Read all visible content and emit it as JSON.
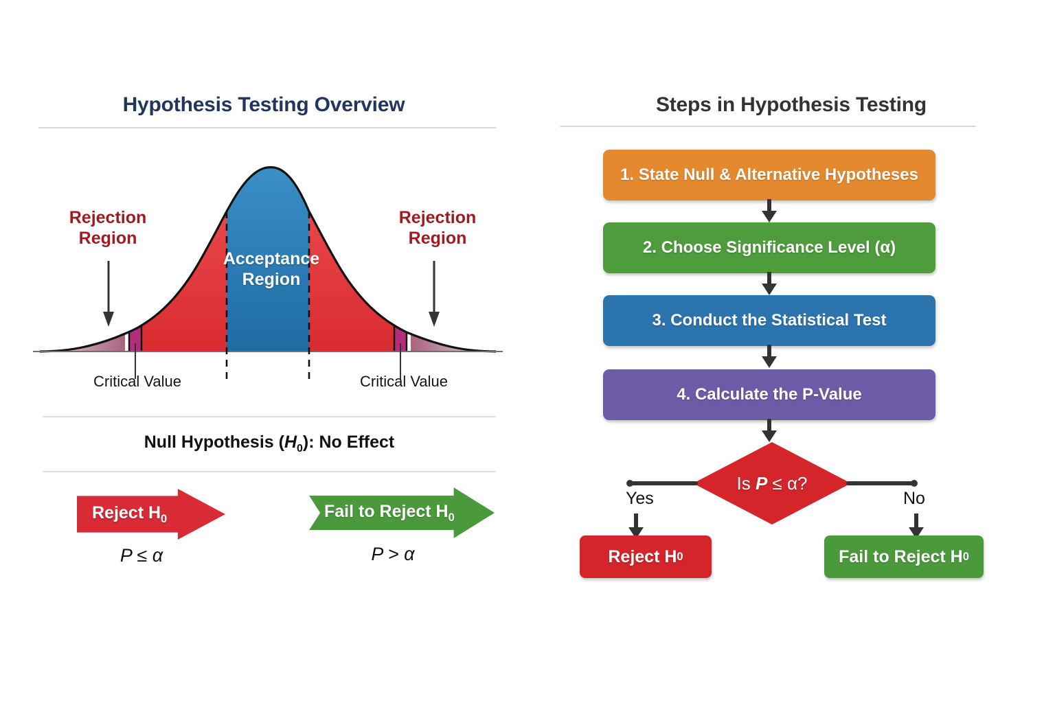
{
  "left_panel": {
    "title": "Hypothesis Testing Overview",
    "curve": {
      "rejection_left_label": "Rejection\nRegion",
      "rejection_right_label": "Rejection\nRegion",
      "acceptance_label": "Acceptance\nRegion",
      "critical_left_label": "Critical Value",
      "critical_right_label": "Critical Value"
    },
    "null_hypothesis": {
      "prefix": "Null Hypothesis (",
      "symbol": "H",
      "subscript": "0",
      "suffix": "): No Effect"
    },
    "decisions": [
      {
        "banner_prefix": "Reject H",
        "banner_subscript": "0",
        "condition": "P ≤ α",
        "color": "#d82b35"
      },
      {
        "banner_prefix": "Fail to Reject H",
        "banner_subscript": "0",
        "condition": "P > α",
        "color": "#4a9a3c"
      }
    ]
  },
  "right_panel": {
    "title": "Steps in Hypothesis Testing",
    "steps": [
      {
        "label": "1. State Null & Alternative Hypotheses",
        "color": "#e5892e"
      },
      {
        "label": "2. Choose Significance Level (α)",
        "color": "#4f9c3d"
      },
      {
        "label": "3. Conduct the Statistical Test",
        "color": "#2c74ae"
      },
      {
        "label": "4. Calculate the P-Value",
        "color": "#6c5ba6"
      }
    ],
    "decision": {
      "prefix": "Is ",
      "symbol": "P",
      "suffix": " ≤ α?",
      "color": "#d4252a"
    },
    "branches": [
      {
        "label": "Yes",
        "outcome_prefix": "Reject H",
        "outcome_subscript": "0",
        "color": "#d4252a"
      },
      {
        "label": "No",
        "outcome_prefix": "Fail to Reject H",
        "outcome_subscript": "0",
        "color": "#4a9a3c"
      }
    ]
  },
  "chart_data": {
    "type": "area",
    "title": "Hypothesis Testing Overview",
    "description": "Standard normal sampling distribution under the null hypothesis with two-tailed rejection regions.",
    "xlabel": "",
    "ylabel": "",
    "regions": [
      {
        "name": "Acceptance Region",
        "color": "#2e7cb8",
        "x_range": [
          -1.0,
          1.0
        ]
      },
      {
        "name": "Rejection Region (left tail)",
        "color": "#e03a3a",
        "x_range": [
          -2.6,
          -1.0
        ]
      },
      {
        "name": "Rejection Region (right tail)",
        "color": "#e03a3a",
        "x_range": [
          1.0,
          2.6
        ]
      },
      {
        "name": "Critical sliver (left)",
        "color": "#b32d7d",
        "x_range": [
          -3.0,
          -2.75
        ]
      },
      {
        "name": "Critical sliver (right)",
        "color": "#b32d7d",
        "x_range": [
          2.75,
          3.0
        ]
      },
      {
        "name": "Far tail (left)",
        "color": "#b08098",
        "x_range": [
          -4.0,
          -3.0
        ]
      },
      {
        "name": "Far tail (right)",
        "color": "#b08098",
        "x_range": [
          3.0,
          4.0
        ]
      }
    ],
    "markers": [
      {
        "name": "Critical Value",
        "x": -2.85
      },
      {
        "name": "Critical Value",
        "x": 2.85
      }
    ],
    "boundaries": [
      {
        "name": "acceptance boundary left",
        "x": -1.0,
        "style": "dashed"
      },
      {
        "name": "acceptance boundary right",
        "x": 1.0,
        "style": "dashed"
      }
    ],
    "grid": false,
    "legend": "none"
  }
}
